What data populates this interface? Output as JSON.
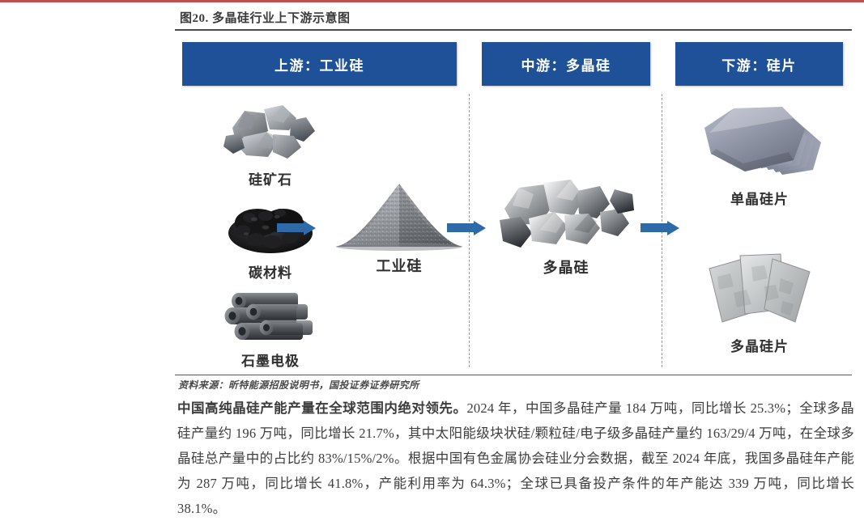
{
  "figure": {
    "title": "图20. 多晶硅行业上下游示意图",
    "segments": [
      {
        "id": "upstream",
        "label": "上游：工业硅"
      },
      {
        "id": "midstream",
        "label": "中游：多晶硅"
      },
      {
        "id": "downstream",
        "label": "下游：硅片"
      }
    ],
    "items": [
      {
        "id": "silicon-ore",
        "caption": "硅矿石",
        "icon": "silicon-ore-image"
      },
      {
        "id": "carbon-material",
        "caption": "碳材料",
        "icon": "carbon-material-image"
      },
      {
        "id": "graphite-electrode",
        "caption": "石墨电极",
        "icon": "graphite-electrode-image"
      },
      {
        "id": "industrial-silicon",
        "caption": "工业硅",
        "icon": "industrial-silicon-pile-image"
      },
      {
        "id": "polysilicon",
        "caption": "多晶硅",
        "icon": "polysilicon-chunks-image"
      },
      {
        "id": "mono-wafer",
        "caption": "单晶硅片",
        "icon": "mono-wafer-image"
      },
      {
        "id": "poly-wafer",
        "caption": "多晶硅片",
        "icon": "poly-wafer-image"
      }
    ],
    "arrows": [
      {
        "id": "arrow-upstream-to-industrial"
      },
      {
        "id": "arrow-industrial-to-polysilicon"
      },
      {
        "id": "arrow-polysilicon-to-wafer"
      }
    ],
    "source": "资料来源：昕特能源招股说明书，国投证券证券研究所",
    "colors": {
      "header_blue": "#1f5199",
      "arrow_blue": "#2e6aa8",
      "rule_gray": "#4a4a4a",
      "top_rule_red": "#c0504d"
    }
  },
  "body": {
    "lead": "中国高纯晶硅产能产量在全球范围内绝对领先。",
    "rest": "2024 年，中国多晶硅产量 184 万吨，同比增长 25.3%；全球多晶硅产量约 196 万吨，同比增长 21.7%，其中太阳能级块状硅/颗粒硅/电子级多晶硅产量约 163/29/4 万吨，在全球多晶硅总产量中的占比约 83%/15%/2%。根据中国有色金属协会硅业分会数据，截至 2024 年底，我国多晶硅年产能为 287 万吨，同比增长 41.8%，产能利用率为 64.3%；全球已具备投产条件的年产能达 339 万吨，同比增长 38.1%。"
  }
}
